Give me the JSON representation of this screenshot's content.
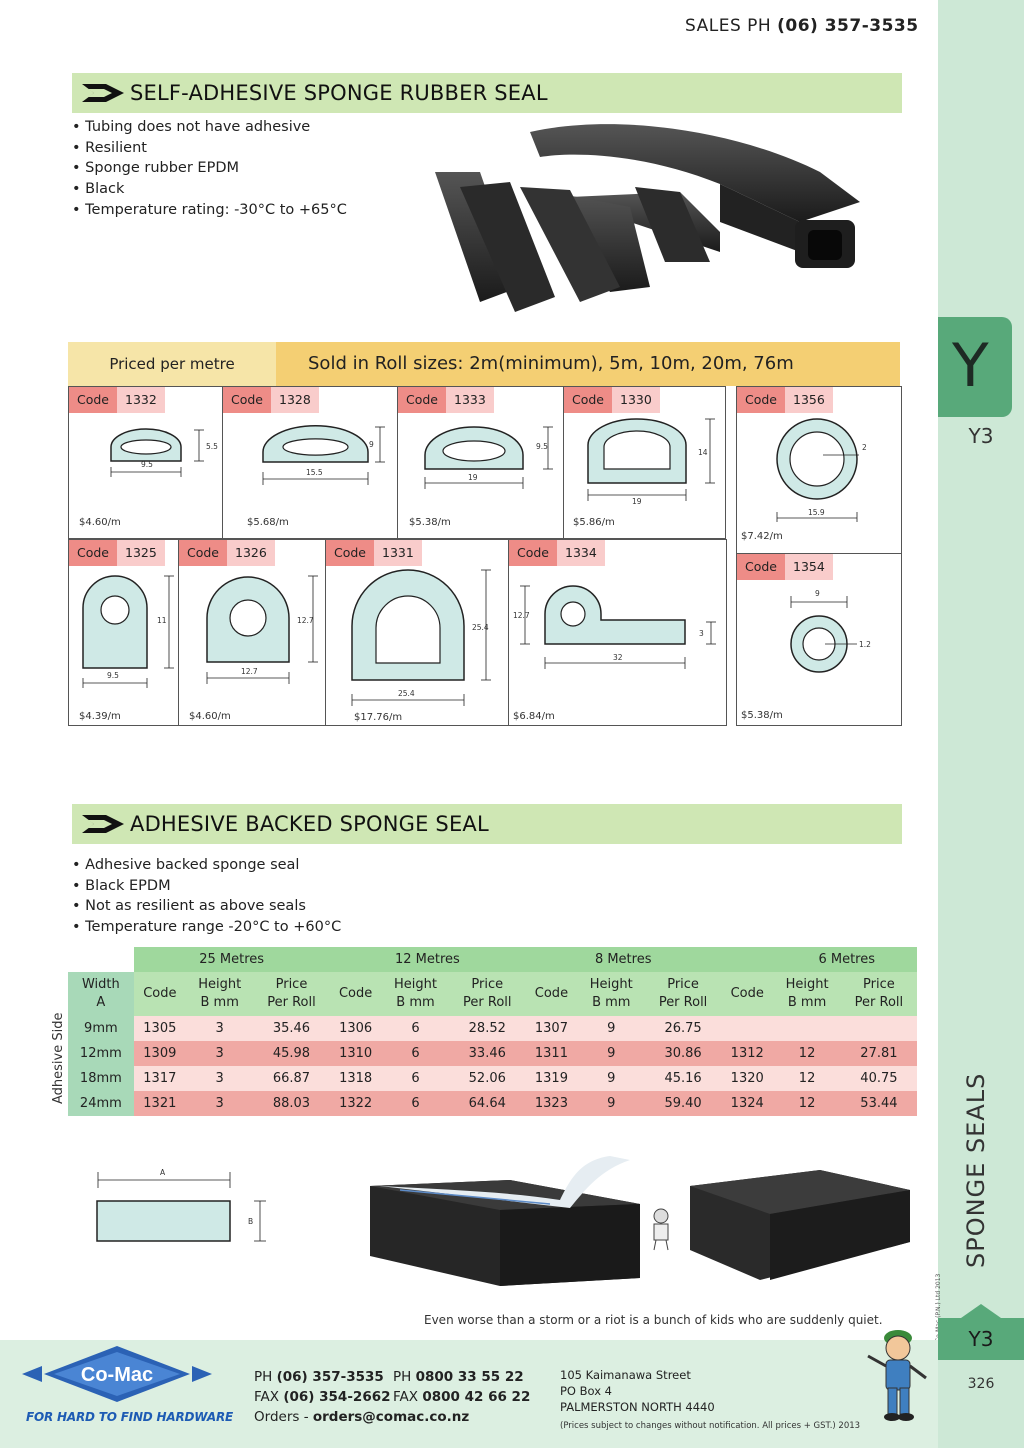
{
  "header": {
    "sales_label": "SALES  PH",
    "sales_phone": "(06) 357-3535"
  },
  "sidebar": {
    "tab_letter": "Y",
    "page_code": "Y3",
    "section_title": "SPONGE SEALS",
    "copyright": "© Co-Mac (P.N.) Ltd 2013",
    "footer_code": "Y3",
    "page_number": "326"
  },
  "section1": {
    "title": "SELF-ADHESIVE SPONGE RUBBER SEAL",
    "bullets": [
      "• Tubing does not have adhesive",
      "• Resilient",
      "• Sponge rubber EPDM",
      "• Black",
      "• Temperature rating: -30°C to +65°C"
    ],
    "priced_label": "Priced per metre",
    "roll_sizes": "Sold in Roll sizes: 2m(minimum), 5m, 10m, 20m, 76m",
    "code_label": "Code",
    "items": [
      {
        "code": "1332",
        "price": "$4.60/m",
        "w": "9.5",
        "h": "5.5"
      },
      {
        "code": "1328",
        "price": "$5.68/m",
        "w": "15.5",
        "h": "9"
      },
      {
        "code": "1333",
        "price": "$5.38/m",
        "w": "19",
        "h": "9.5"
      },
      {
        "code": "1330",
        "price": "$5.86/m",
        "w": "19",
        "h": "14"
      },
      {
        "code": "1356",
        "price": "$7.42/m",
        "w": "15.9",
        "h": "2"
      },
      {
        "code": "1325",
        "price": "$4.39/m",
        "w": "9.5",
        "h": "11"
      },
      {
        "code": "1326",
        "price": "$4.60/m",
        "w": "12.7",
        "h": "12.7"
      },
      {
        "code": "1331",
        "price": "$17.76/m",
        "w": "25.4",
        "h": "25.4"
      },
      {
        "code": "1334",
        "price": "$6.84/m",
        "w": "32",
        "h": "12.7",
        "h2": "3"
      },
      {
        "code": "1354",
        "price": "$5.38/m",
        "w": "9",
        "h": "1.2"
      }
    ]
  },
  "section2": {
    "title": "ADHESIVE BACKED SPONGE SEAL",
    "bullets": [
      "• Adhesive backed sponge seal",
      "• Black EPDM",
      "• Not as resilient as above seals",
      "• Temperature range -20°C to +60°C"
    ],
    "groups": [
      "25 Metres",
      "12 Metres",
      "8 Metres",
      "6 Metres"
    ],
    "width_header": [
      "Width",
      "A"
    ],
    "col_headers": [
      [
        "Code",
        ""
      ],
      [
        "Height",
        "B mm"
      ],
      [
        "Price",
        "Per Roll"
      ]
    ],
    "side_label": "Adhesive Side",
    "rows": [
      {
        "width": "9mm",
        "cells": [
          "1305",
          "3",
          "35.46",
          "1306",
          "6",
          "28.52",
          "1307",
          "9",
          "26.75",
          "",
          "",
          ""
        ]
      },
      {
        "width": "12mm",
        "cells": [
          "1309",
          "3",
          "45.98",
          "1310",
          "6",
          "33.46",
          "1311",
          "9",
          "30.86",
          "1312",
          "12",
          "27.81"
        ]
      },
      {
        "width": "18mm",
        "cells": [
          "1317",
          "3",
          "66.87",
          "1318",
          "6",
          "52.06",
          "1319",
          "9",
          "45.16",
          "1320",
          "12",
          "40.75"
        ]
      },
      {
        "width": "24mm",
        "cells": [
          "1321",
          "3",
          "88.03",
          "1322",
          "6",
          "64.64",
          "1323",
          "9",
          "59.40",
          "1324",
          "12",
          "53.44"
        ]
      }
    ],
    "diagram_a": "A",
    "diagram_b": "B",
    "quote": "Even worse than a storm or a riot is a bunch of kids who are suddenly quiet."
  },
  "footer": {
    "logo": "Co-Mac",
    "tagline": "FOR HARD TO FIND HARDWARE",
    "ph_label": "PH",
    "ph": "(06) 357-3535",
    "fax_label": "FAX",
    "fax": "(06) 354-2662",
    "orders_label": "Orders -",
    "orders": "orders@comac.co.nz",
    "ph2_label": "PH",
    "ph2": "0800 33 55 22",
    "fax2_label": "FAX",
    "fax2": "0800 42 66 22",
    "addr1": "105 Kaimanawa Street",
    "addr2": "PO Box 4",
    "addr3": "PALMERSTON NORTH 4440",
    "note": "(Prices subject to changes without notification.  All prices + GST.)  2013"
  }
}
